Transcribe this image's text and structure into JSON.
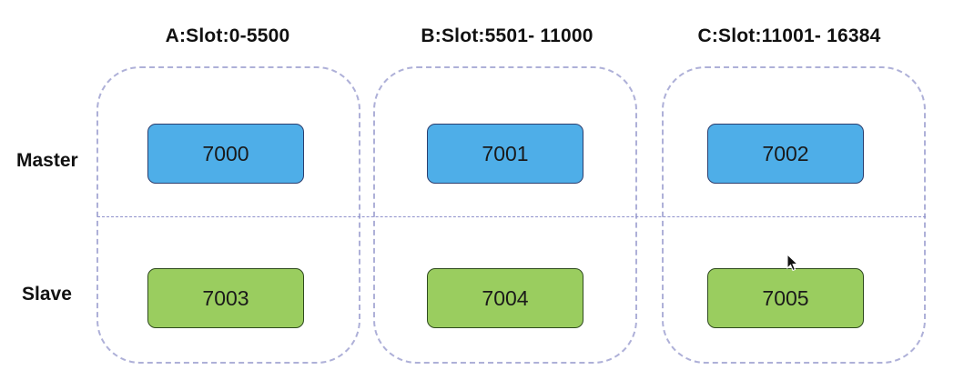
{
  "colors": {
    "master_fill": "#4eaee8",
    "slave_fill": "#9acd5f",
    "group_border": "#aeb0d8",
    "divider": "#8f92cc"
  },
  "columns": [
    {
      "title": "A:Slot:0-5500",
      "master": "7000",
      "slave": "7003"
    },
    {
      "title": "B:Slot:5501- 11000",
      "master": "7001",
      "slave": "7004"
    },
    {
      "title": "C:Slot:11001- 16384",
      "master": "7002",
      "slave": "7005"
    }
  ],
  "rows": {
    "master_label": "Master",
    "slave_label": "Slave"
  },
  "cursor": {
    "icon": "mouse-pointer-icon"
  }
}
